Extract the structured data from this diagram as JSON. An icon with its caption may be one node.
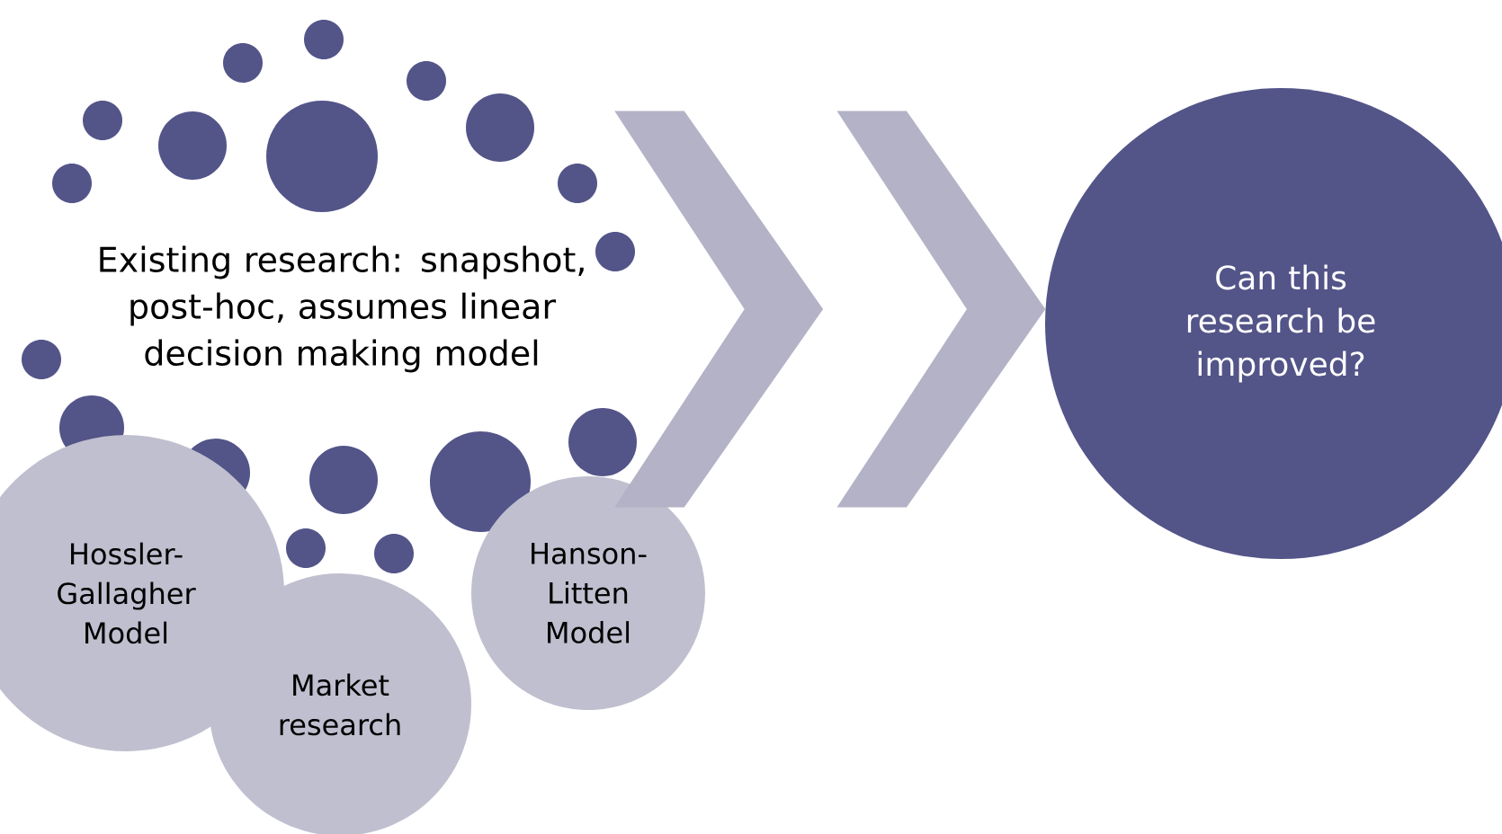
{
  "diagram": {
    "nodes": [
      {
        "text": [
          "Existing research: snapshot, post-hoc, assumes linear decision making model"
        ]
      },
      {
        "text": [
          "Hossler-Gallagher Model"
        ]
      },
      {
        "text": [
          "Market research"
        ]
      },
      {
        "text": [
          "Hanson-Litten Model"
        ]
      },
      {
        "text": [
          "Can this research be improved?"
        ]
      }
    ],
    "edges": [
      {
        "from": 0,
        "to": 4,
        "arrow": "to"
      }
    ]
  }
}
